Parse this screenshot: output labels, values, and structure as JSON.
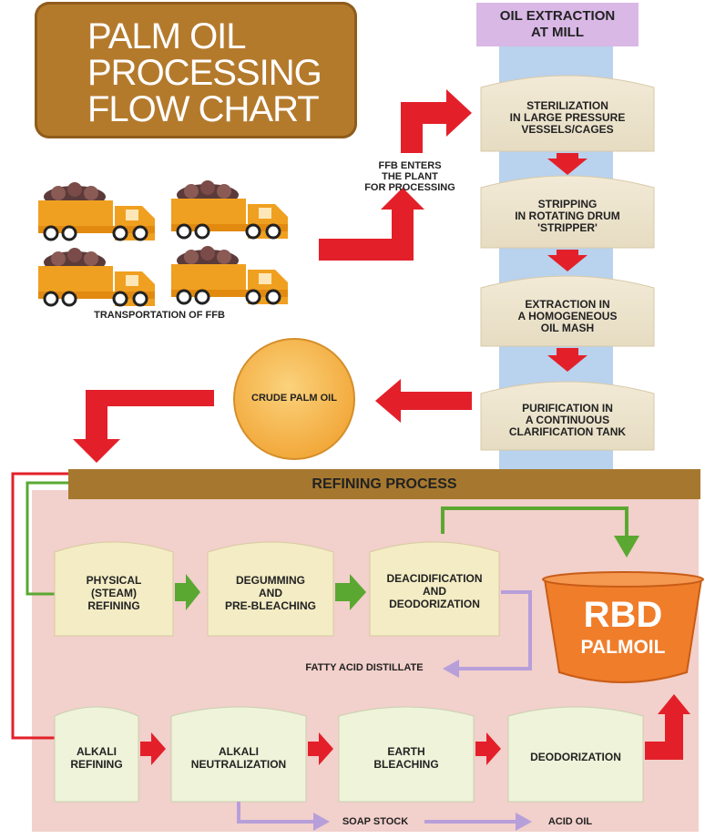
{
  "title": "PALM OIL\nPROCESSING\nFLOW CHART",
  "extraction": {
    "header": "OIL EXTRACTION\nAT MILL",
    "steps": [
      {
        "label": "STERILIZATION\nIN LARGE PRESSURE\nVESSELS/CAGES"
      },
      {
        "label": "STRIPPING\nIN ROTATING DRUM\n'STRIPPER'"
      },
      {
        "label": "EXTRACTION IN\nA HOMOGENEOUS\nOIL MASH"
      },
      {
        "label": "PURIFICATION IN\nA CONTINUOUS\nCLARIFICATION TANK"
      }
    ]
  },
  "ffb_enters": "FFB ENTERS\nTHE PLANT\nFOR PROCESSING",
  "transportation_label": "TRANSPORTATION OF FFB",
  "crude_palm_oil": "CRUDE PALM OIL",
  "refining": {
    "header": "REFINING PROCESS",
    "physical_row": [
      {
        "label": "PHYSICAL\n(STEAM)\nREFINING"
      },
      {
        "label": "DEGUMMING\nAND\nPRE-BLEACHING"
      },
      {
        "label": "DEACIDIFICATION\nAND\nDEODORIZATION"
      }
    ],
    "fatty_acid": "FATTY ACID DISTILLATE",
    "alkali_row": [
      {
        "label": "ALKALI\nREFINING"
      },
      {
        "label": "ALKALI\nNEUTRALIZATION"
      },
      {
        "label": "EARTH\nBLEACHING"
      },
      {
        "label": "DEODORIZATION"
      }
    ],
    "soap_stock": "SOAP STOCK",
    "acid_oil": "ACID OIL"
  },
  "rbd": {
    "big": "RBD",
    "small": "PALMOIL"
  },
  "colors": {
    "title_bg": "#b47a2c",
    "red_arrow": "#e3202a",
    "green_arrow": "#5aa832",
    "purple_arrow": "#b79fda",
    "truck": "#f0a020",
    "rbd": "#f07d2a",
    "crude_oil": "#f6b64a"
  }
}
